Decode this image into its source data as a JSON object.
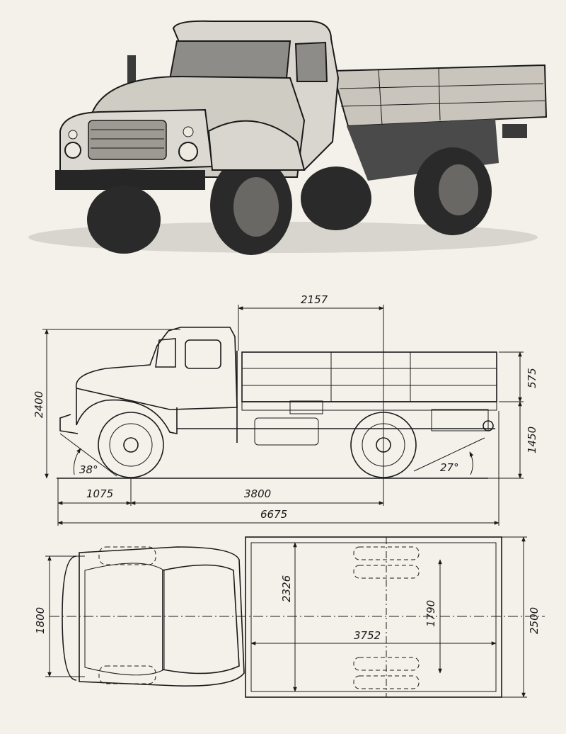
{
  "photo": {
    "icon": "truck-photo-icon"
  },
  "side_view": {
    "dimensions": {
      "cab_to_rear_axle": "2157",
      "overall_height": "2400",
      "body_side_height": "575",
      "platform_height": "1450",
      "approach_angle": "38°",
      "departure_angle": "27°",
      "front_overhang": "1075",
      "wheelbase": "3800",
      "overall_length": "6675"
    }
  },
  "top_view": {
    "dimensions": {
      "front_track": "1800",
      "body_inner_width": "2326",
      "rear_track": "1790",
      "body_inner_length": "3752",
      "overall_width": "2500"
    }
  },
  "colors": {
    "ink": "#1a1a1a",
    "paper": "#f4f1ea",
    "cab": "#d9d6cf",
    "body": "#c9c5bc",
    "tire": "#2a2a2a"
  }
}
